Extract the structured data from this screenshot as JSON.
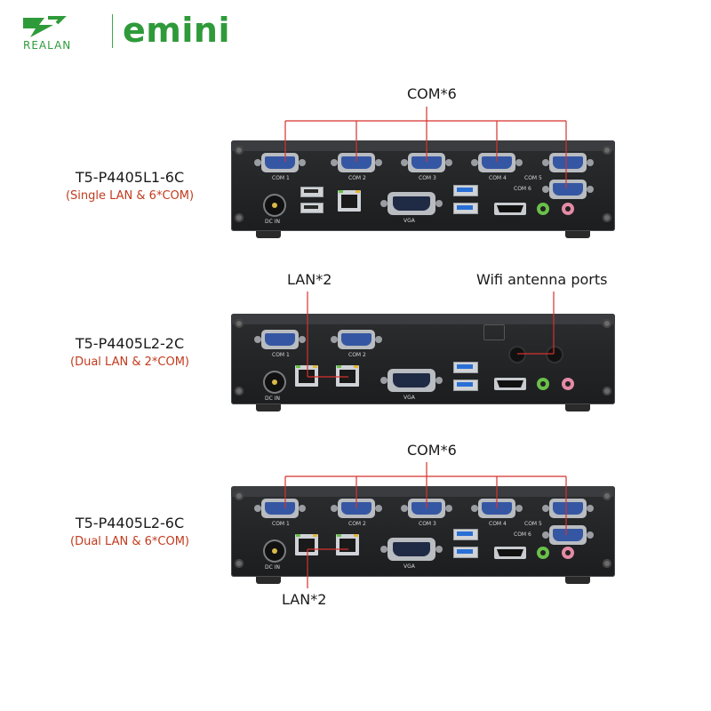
{
  "brand": {
    "logo_text": "REALAN",
    "product_line": "emini",
    "color": "#2f9a3a"
  },
  "models": [
    {
      "name": "T5-P4405L1-6C",
      "subtitle": "(Single LAN & 6*COM)",
      "callouts": {
        "top": "COM*6"
      }
    },
    {
      "name": "T5-P4405L2-2C",
      "subtitle": "(Dual LAN & 2*COM)",
      "callouts": {
        "left": "LAN*2",
        "right": "Wifi antenna ports"
      }
    },
    {
      "name": "T5-P4405L2-6C",
      "subtitle": "(Dual LAN & 6*COM)",
      "callouts": {
        "top": "COM*6",
        "bottom": "LAN*2"
      }
    }
  ],
  "port_labels": {
    "com1": "COM 1",
    "com2": "COM 2",
    "com3": "COM 3",
    "com4": "COM 4",
    "com5": "COM 5",
    "com6": "COM 6",
    "dc_in": "DC IN",
    "vga": "VGA"
  },
  "colors": {
    "subtitle": "#c23a1e",
    "callout_line_red": "#d6322c",
    "com_port_blue": "#3557a3",
    "usb3_blue": "#2a6fd6",
    "audio_green": "#6ac04a",
    "audio_pink": "#e58aa6"
  }
}
